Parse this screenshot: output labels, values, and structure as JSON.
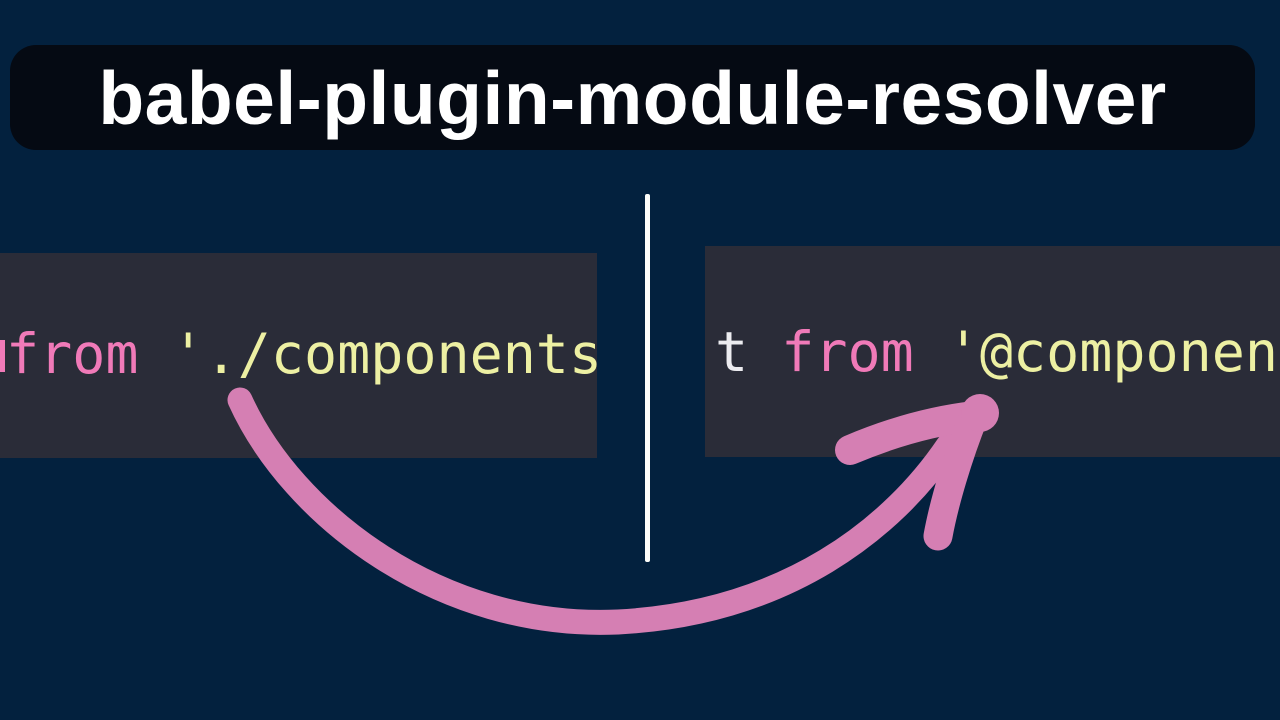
{
  "title": {
    "text": "babel-plugin-module-resolver"
  },
  "colors": {
    "background": "#03213e",
    "banner_bg": "#050a13",
    "banner_text": "#ffffff",
    "code_bg": "#2a2c38",
    "keyword": "#f07ab8",
    "string": "#edf0a3",
    "plain": "#ececf0",
    "divider": "#fdfdfa",
    "arrow": "#d57fb3"
  },
  "code_before": {
    "tokens": [
      {
        "type": "keyword",
        "text": "from"
      },
      {
        "type": "string",
        "text": " './components"
      }
    ]
  },
  "code_after": {
    "tokens": [
      {
        "type": "plain",
        "text": "t"
      },
      {
        "type": "keyword",
        "text": " from"
      },
      {
        "type": "string",
        "text": " '@componen"
      }
    ]
  }
}
